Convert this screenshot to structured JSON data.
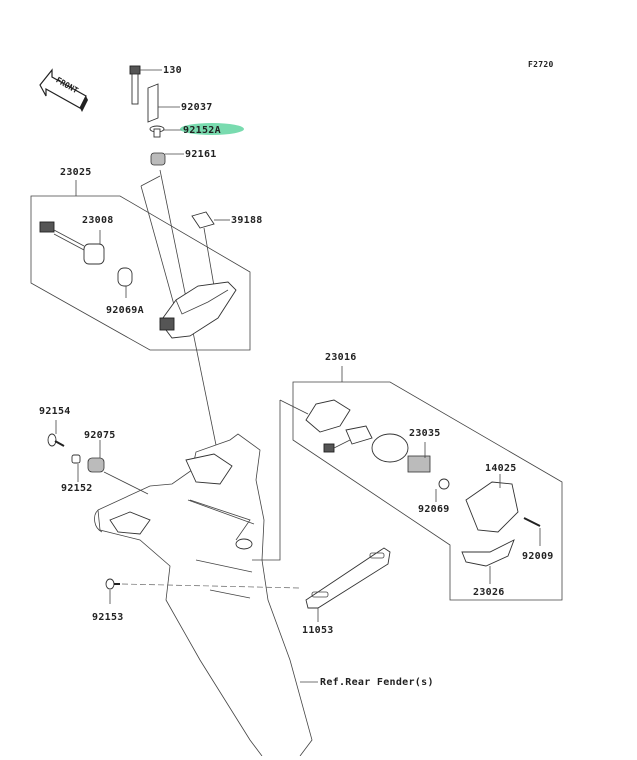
{
  "figure_id": "F2720",
  "front_indicator": "FRONT",
  "highlight_color": "#4ccf94",
  "highlighted_part": "92152A",
  "parts": {
    "p130": "130",
    "p92037": "92037",
    "p92152A": "92152A",
    "p92161": "92161",
    "p23025": "23025",
    "p23008": "23008",
    "p39188": "39188",
    "p92069A": "92069A",
    "p23016": "23016",
    "p23035": "23035",
    "p92069": "92069",
    "p14025": "14025",
    "p92009": "92009",
    "p23026": "23026",
    "p92154": "92154",
    "p92075": "92075",
    "p92152": "92152",
    "p92153": "92153",
    "p11053": "11053"
  },
  "reference_note": "Ref.Rear Fender(s)"
}
